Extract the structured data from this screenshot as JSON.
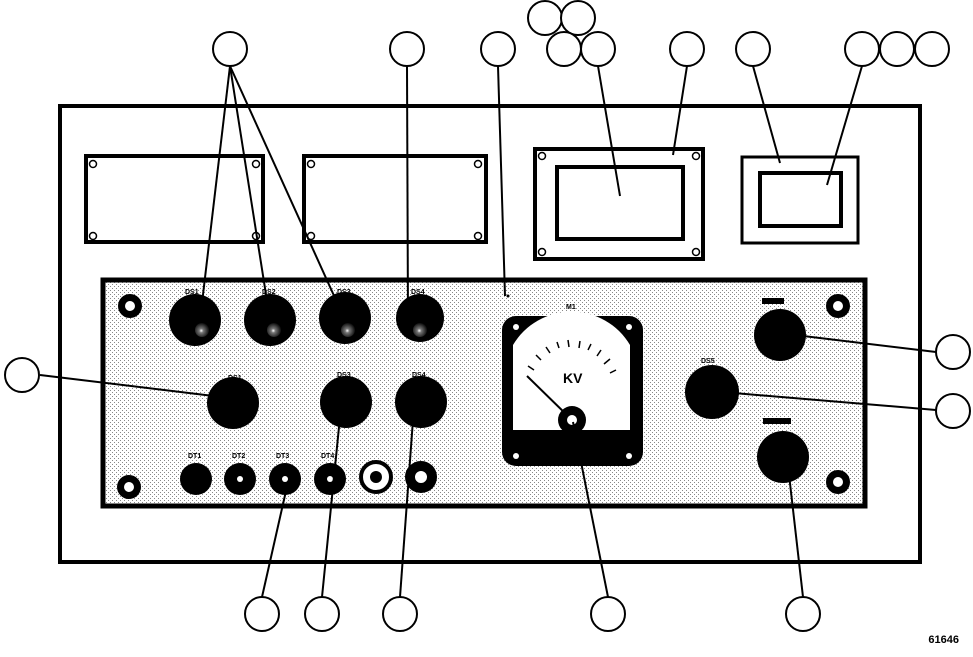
{
  "figure": {
    "figure_number": "61646",
    "panel_labels": {
      "ds1": "DS1",
      "ds2": "DS2",
      "ds3": "DS3",
      "ds4": "DS4",
      "dt1": "DT1",
      "dt2": "DT2",
      "dt3": "DT3",
      "dt4": "DT4",
      "ds_sw1": "DS1",
      "ds_sw3": "DS3",
      "ds_sw4": "DS4",
      "meter": "M1",
      "meter_unit": "KV",
      "ds5": "DS5"
    }
  },
  "colors": {
    "ink": "#000000",
    "paper": "#ffffff",
    "panel_gray": "#d9d9d9"
  }
}
